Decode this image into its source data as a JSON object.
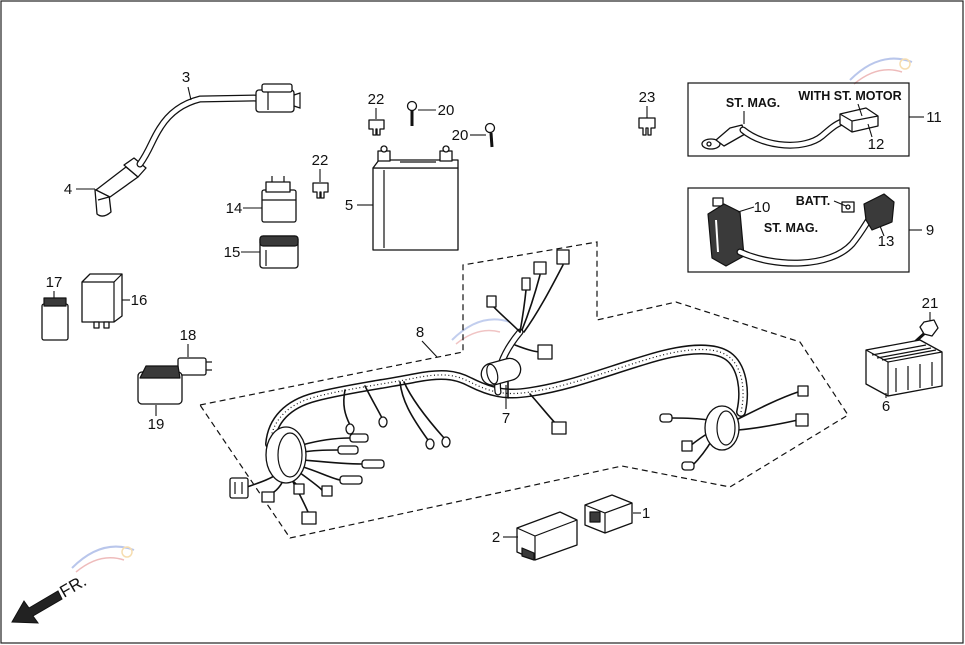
{
  "diagram": {
    "callouts": [
      "1",
      "2",
      "3",
      "4",
      "5",
      "6",
      "7",
      "8",
      "9",
      "10",
      "11",
      "12",
      "13",
      "14",
      "15",
      "16",
      "17",
      "18",
      "19",
      "20",
      "20",
      "21",
      "22",
      "22",
      "23"
    ],
    "notes": {
      "st_mag_top": "ST. MAG.",
      "with_st_motor": "WITH ST. MOTOR",
      "batt": "BATT.",
      "st_mag_bottom": "ST. MAG."
    },
    "direction_label": "FR."
  }
}
